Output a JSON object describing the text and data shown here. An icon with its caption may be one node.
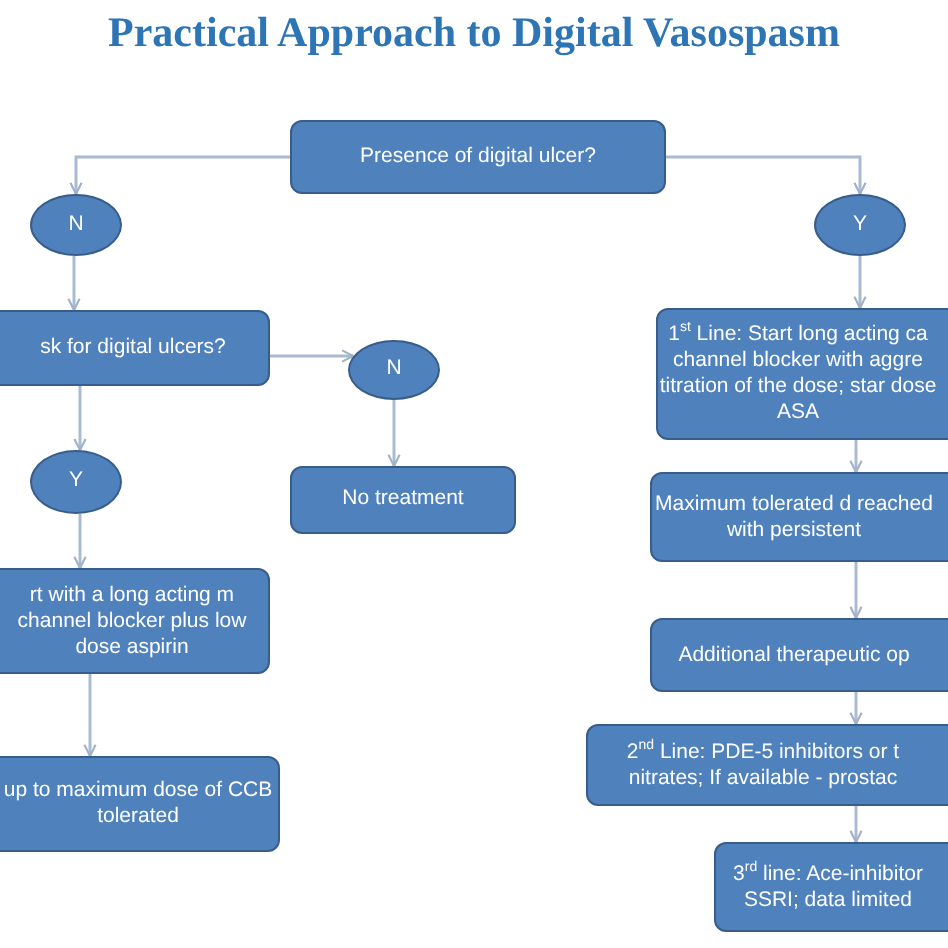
{
  "diagram": {
    "title": "Practical Approach to Digital Vasospasm",
    "nodes": [
      {
        "text": [
          "Presence of digital ulcer?"
        ]
      },
      {
        "text": [
          "N"
        ]
      },
      {
        "text": [
          "Y"
        ]
      },
      {
        "text": [
          "sk for digital ulcers?"
        ]
      },
      {
        "text": [
          "N"
        ]
      },
      {
        "text": [
          "No treatment"
        ]
      },
      {
        "text": [
          "Y"
        ]
      },
      {
        "text": [
          "rt with a long acting m channel blocker plus low dose aspirin"
        ]
      },
      {
        "text": [
          "up to maximum dose of CCB tolerated"
        ]
      },
      {
        "text": [
          "1$^{st}$ Line:  Start long acting ca channel blocker with aggre titration of the dose; star dose ASA"
        ]
      },
      {
        "text": [
          "Maximum tolerated d reached with persistent"
        ]
      },
      {
        "text": [
          "Additional therapeutic op"
        ]
      },
      {
        "text": [
          "2$^{nd}$ Line:  PDE-5 inhibitors or t nitrates; If available - prostac"
        ]
      },
      {
        "text": [
          "3$^{rd}$ line:  Ace-inhibitor SSRI; data limited"
        ]
      }
    ],
    "edges": [
      {
        "from": 0,
        "to": 1,
        "arrow": "to"
      },
      {
        "from": 0,
        "to": 2,
        "arrow": "to"
      },
      {
        "from": 1,
        "to": 3,
        "arrow": "to"
      },
      {
        "from": 3,
        "to": 4,
        "arrow": "to"
      },
      {
        "from": 4,
        "to": 5,
        "arrow": "to"
      },
      {
        "from": 3,
        "to": 6,
        "arrow": "to"
      },
      {
        "from": 6,
        "to": 7,
        "arrow": "to"
      },
      {
        "from": 7,
        "to": 8,
        "arrow": "to"
      },
      {
        "from": 2,
        "to": 9,
        "arrow": "to"
      },
      {
        "from": 9,
        "to": 10,
        "arrow": "to"
      },
      {
        "from": 10,
        "to": 11,
        "arrow": "to"
      },
      {
        "from": 11,
        "to": 12,
        "arrow": "to"
      },
      {
        "from": 12,
        "to": 13,
        "arrow": "to"
      }
    ]
  }
}
